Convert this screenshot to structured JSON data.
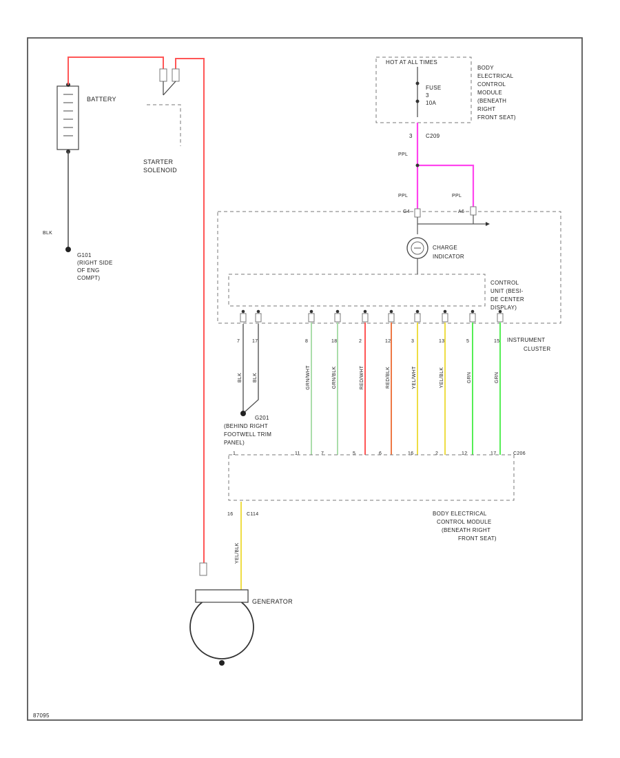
{
  "figure_id": "87095",
  "colors": {
    "red": "#ff5555",
    "pink": "#ff44ee",
    "green": "#55ee55",
    "light_green": "#aaddaa",
    "yellow": "#eedd44",
    "orange": "#ee7744",
    "black": "#444444",
    "dashed": "#777777"
  },
  "battery": {
    "label": "BATTERY"
  },
  "starter": {
    "label_lines": [
      "STARTER",
      "SOLENOID"
    ]
  },
  "ground_g101": {
    "wire_color": "BLK",
    "label_lines": [
      "G101",
      "(RIGHT SIDE",
      "OF ENG",
      "COMPT)"
    ]
  },
  "fuse_box": {
    "header": "HOT AT ALL TIMES",
    "fuse_lines": [
      "FUSE",
      "3",
      "10A"
    ],
    "label_lines": [
      "BODY",
      "ELECTRICAL",
      "CONTROL",
      "MODULE",
      "(BENEATH",
      "RIGHT",
      "FRONT SEAT)"
    ],
    "pin": "3",
    "connector": "C209",
    "wire_color": "PPL"
  },
  "split_wire_colors": [
    "PPL",
    "PPL"
  ],
  "cluster_pins": [
    "G4",
    "A6"
  ],
  "charge_indicator": {
    "label_lines": [
      "CHARGE",
      "INDICATOR"
    ]
  },
  "control_unit": {
    "label_lines": [
      "CONTROL",
      "UNIT (BESI-",
      "DE CENTER",
      "DISPLAY)"
    ]
  },
  "instrument_cluster": {
    "label_lines": [
      "INSTRUMENT",
      "CLUSTER"
    ],
    "pins": [
      "7",
      "17",
      "8",
      "18",
      "2",
      "12",
      "3",
      "13",
      "5",
      "15"
    ]
  },
  "wires": [
    {
      "color_key": "black",
      "code": "BLK"
    },
    {
      "color_key": "black",
      "code": "BLK"
    },
    {
      "color_key": "light_green",
      "code": "GRN/WHT"
    },
    {
      "color_key": "light_green",
      "code": "GRN/BLK"
    },
    {
      "color_key": "red",
      "code": "RED/WHT"
    },
    {
      "color_key": "orange",
      "code": "RED/BLK"
    },
    {
      "color_key": "yellow",
      "code": "YEL/WHT"
    },
    {
      "color_key": "yellow",
      "code": "YEL/BLK"
    },
    {
      "color_key": "green",
      "code": "GRN"
    },
    {
      "color_key": "green",
      "code": "GRN"
    }
  ],
  "ground_g201": {
    "label_lines": [
      "G201",
      "(BEHIND RIGHT",
      "FOOTWELL TRIM",
      "PANEL)"
    ]
  },
  "bottom_pins": [
    "1",
    "11",
    "7",
    "5",
    "6",
    "16",
    "2",
    "12",
    "17"
  ],
  "bottom_connector": "C206",
  "becm": {
    "label_lines": [
      "BODY ELECTRICAL",
      "CONTROL MODULE",
      "(BENEATH RIGHT",
      "FRONT SEAT)"
    ],
    "pin": "16",
    "connector": "C114",
    "wire_code": "YEL/BLK"
  },
  "generator": {
    "label": "GENERATOR"
  }
}
